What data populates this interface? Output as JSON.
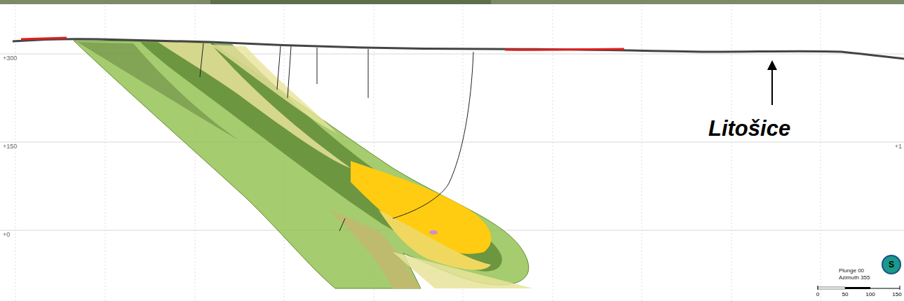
{
  "diagram": {
    "labels": [
      "+300",
      "+150",
      "+0",
      "+1",
      "Litošice",
      "Plunge 00",
      "Azimuth 355",
      "S",
      "0",
      "50",
      "100",
      "150"
    ]
  }
}
